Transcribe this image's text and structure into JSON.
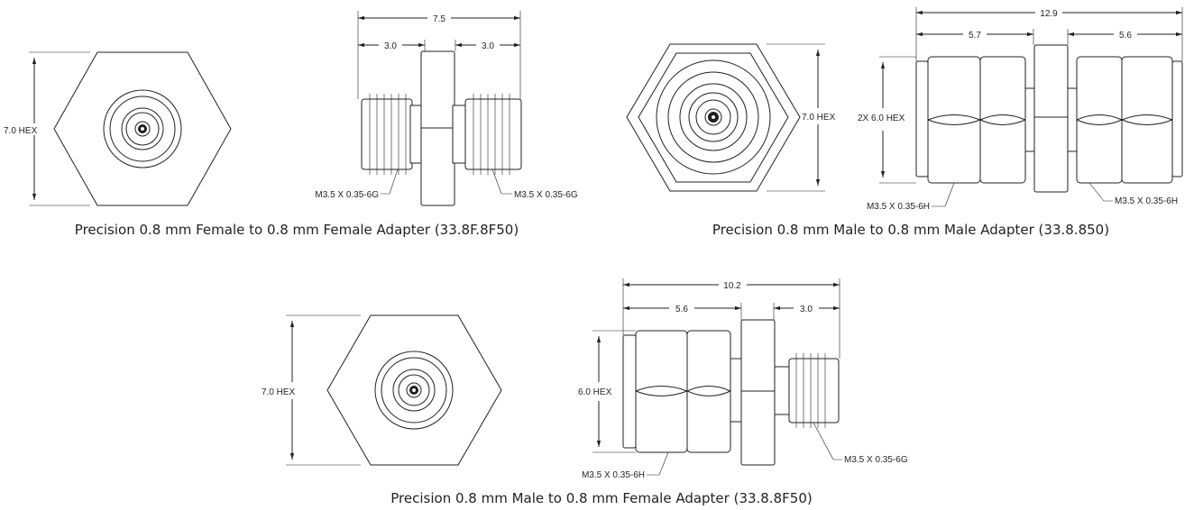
{
  "figures": [
    {
      "caption": "Precision 0.8 mm Female to 0.8 mm Female Adapter (33.8F.8F50)",
      "hex_label": "7.0 HEX",
      "overall_length": "7.5",
      "left_length": "3.0",
      "right_length": "3.0",
      "left_thread": "M3.5 X 0.35-6G",
      "right_thread": "M3.5 X 0.35-6G"
    },
    {
      "caption": "Precision 0.8 mm Male to 0.8 mm Male Adapter (33.8.850)",
      "hex_label": "7.0 HEX",
      "overall_length": "12.9",
      "left_length": "5.7",
      "right_length": "5.6",
      "nut_hex_label": "2X 6.0 HEX",
      "left_thread": "M3.5 X 0.35-6H",
      "right_thread": "M3.5 X 0.35-6H"
    },
    {
      "caption": "Precision 0.8 mm Male to 0.8 mm Female Adapter (33.8.8F50)",
      "hex_label": "7.0 HEX",
      "overall_length": "10.2",
      "left_length": "5.6",
      "right_length": "3.0",
      "nut_hex_label": "6.0 HEX",
      "left_thread": "M3.5 X 0.35-6H",
      "right_thread": "M3.5 X 0.35-6G"
    }
  ]
}
